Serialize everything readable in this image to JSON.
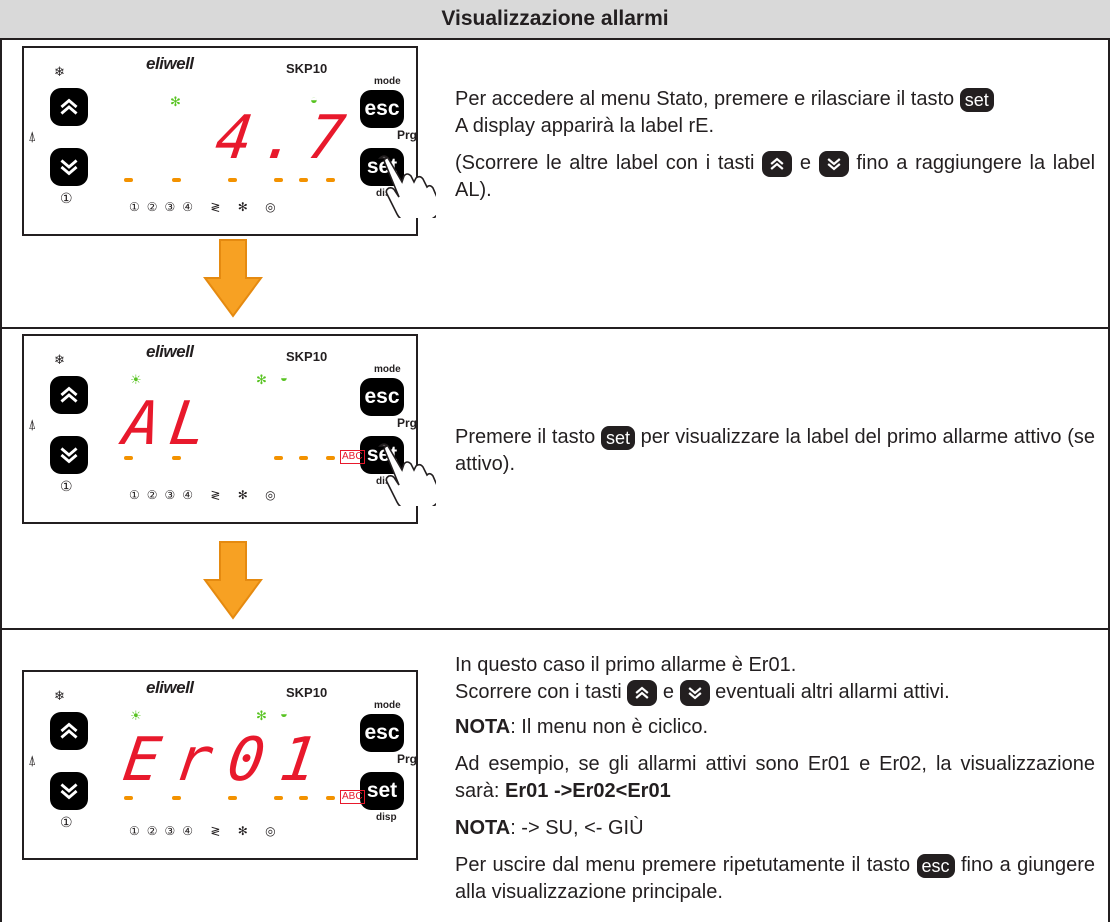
{
  "title": "Visualizzazione allarmi",
  "device": {
    "brand": "eliwell",
    "model": "SKP10",
    "mode_label": "mode",
    "esc_label": "esc",
    "set_label": "set",
    "prg_label": "Prg",
    "disp_label": "disp",
    "abc_label": "ABC",
    "power_symbol": "①",
    "icon_row": "①②③④ ≷ ✻ ◎"
  },
  "displays": [
    "4.7",
    "AL",
    "Er01"
  ],
  "steps": {
    "step1": {
      "line1": "Per accedere al menu Stato, premere e rilasciare il tasto",
      "line2": "A display apparirà la label rE.",
      "line3a": "(Scorrere le altre label con i tasti",
      "line3b": "e",
      "line3c": "fino a raggiungere la label AL)."
    },
    "step2": {
      "a": "Premere il tasto",
      "b": "per visualizzare la label del primo allarme attivo (se attivo)."
    },
    "step3": {
      "line1": "In questo caso il primo allarme è Er01.",
      "line2a": "Scorrere con i tasti",
      "line2b": "e",
      "line2c": "eventuali altri allarmi attivi.",
      "note1_label": "NOTA",
      "note1_text": ": Il menu non è ciclico.",
      "example": "Ad esempio, se gli allarmi attivi sono Er01 e Er02, la visualizzazione sarà:",
      "sequence": "Er01 ->Er02<Er01",
      "note2_label": "NOTA",
      "note2_text": ": -> SU, <- GIÙ",
      "exit_a": "Per uscire dal menu premere ripetutamente il tasto",
      "exit_key": "esc",
      "exit_b": "fino a giungere alla visualizzazione principale."
    }
  },
  "colors": {
    "display_red": "#e8192c",
    "arrow_orange": "#f7a123",
    "led_green": "#58c322"
  }
}
